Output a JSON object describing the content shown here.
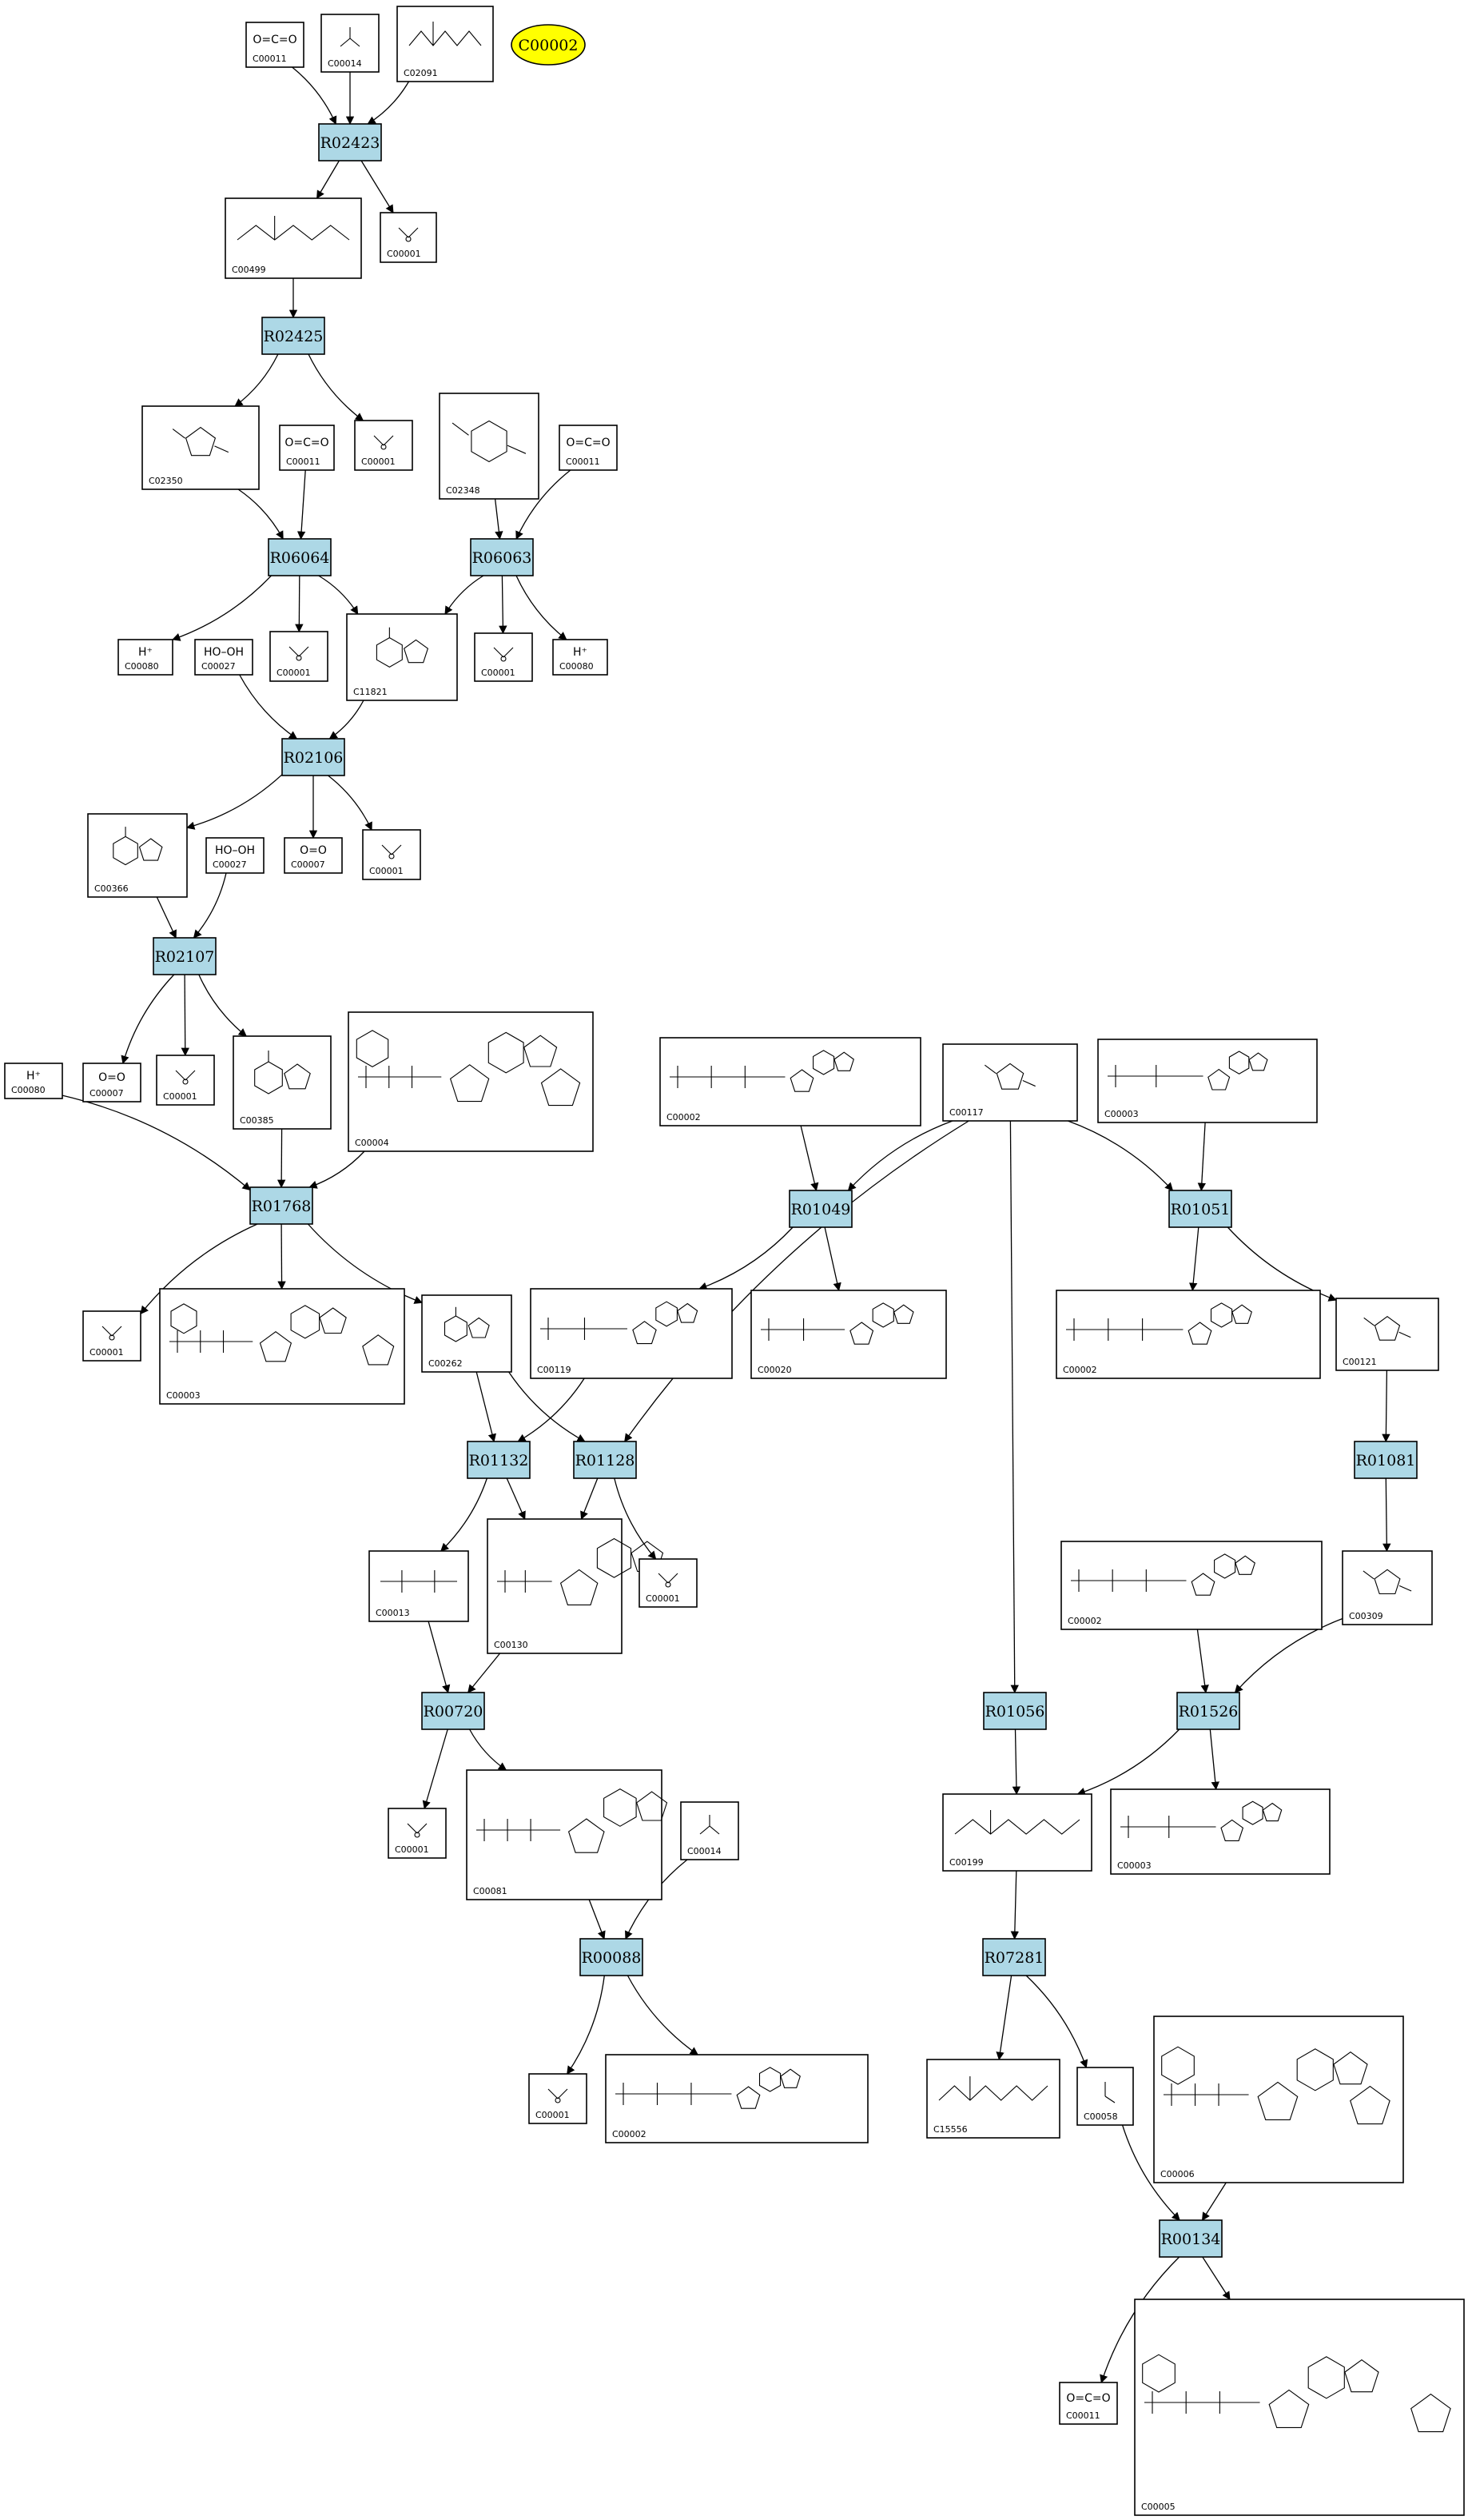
{
  "diagram": {
    "colors": {
      "reaction_fill": "#add8e6",
      "highlight_fill": "#ffff00",
      "compound_fill": "#ffffff",
      "line": "#000000"
    },
    "highlight": {
      "id": "hl",
      "label": "C00002"
    },
    "reactions": [
      {
        "id": "r02423",
        "label": "R02423"
      },
      {
        "id": "r02425",
        "label": "R02425"
      },
      {
        "id": "r06064",
        "label": "R06064"
      },
      {
        "id": "r06063",
        "label": "R06063"
      },
      {
        "id": "r02106",
        "label": "R02106"
      },
      {
        "id": "r02107",
        "label": "R02107"
      },
      {
        "id": "r01768",
        "label": "R01768"
      },
      {
        "id": "r01049",
        "label": "R01049"
      },
      {
        "id": "r01051",
        "label": "R01051"
      },
      {
        "id": "r01132",
        "label": "R01132"
      },
      {
        "id": "r01128",
        "label": "R01128"
      },
      {
        "id": "r01081",
        "label": "R01081"
      },
      {
        "id": "r00720",
        "label": "R00720"
      },
      {
        "id": "r01056",
        "label": "R01056"
      },
      {
        "id": "r01526",
        "label": "R01526"
      },
      {
        "id": "r00088",
        "label": "R00088"
      },
      {
        "id": "r07281",
        "label": "R07281"
      },
      {
        "id": "r00134",
        "label": "R00134"
      }
    ],
    "compounds": [
      {
        "id": "c11a",
        "label": "C00011",
        "formula": "O=C=O",
        "mol": "co2"
      },
      {
        "id": "c14a",
        "label": "C00014",
        "formula": "",
        "mol": "nh3"
      },
      {
        "id": "c02091",
        "label": "C02091",
        "formula": "",
        "mol": "urea"
      },
      {
        "id": "c00499",
        "label": "C00499",
        "formula": "",
        "mol": "urea"
      },
      {
        "id": "c01a",
        "label": "C00001",
        "formula": "",
        "mol": "water"
      },
      {
        "id": "c02350",
        "label": "C02350",
        "formula": "",
        "mol": "ring5"
      },
      {
        "id": "c11b",
        "label": "C00011",
        "formula": "O=C=O",
        "mol": "co2"
      },
      {
        "id": "c01b",
        "label": "C00001",
        "formula": "",
        "mol": "water"
      },
      {
        "id": "c02348",
        "label": "C02348",
        "formula": "",
        "mol": "ring6"
      },
      {
        "id": "c11c",
        "label": "C00011",
        "formula": "O=C=O",
        "mol": "co2"
      },
      {
        "id": "c80a",
        "label": "C00080",
        "formula": "H⁺",
        "mol": ""
      },
      {
        "id": "c27a",
        "label": "C00027",
        "formula": "HO–OH",
        "mol": ""
      },
      {
        "id": "c01c",
        "label": "C00001",
        "formula": "",
        "mol": "water"
      },
      {
        "id": "c11821",
        "label": "C11821",
        "formula": "",
        "mol": "purine"
      },
      {
        "id": "c01d",
        "label": "C00001",
        "formula": "",
        "mol": "water"
      },
      {
        "id": "c80b",
        "label": "C00080",
        "formula": "H⁺",
        "mol": ""
      },
      {
        "id": "c00366",
        "label": "C00366",
        "formula": "",
        "mol": "purine"
      },
      {
        "id": "c27b",
        "label": "C00027",
        "formula": "HO–OH",
        "mol": ""
      },
      {
        "id": "c07a",
        "label": "C00007",
        "formula": "O=O",
        "mol": ""
      },
      {
        "id": "c01e",
        "label": "C00001",
        "formula": "",
        "mol": "water"
      },
      {
        "id": "c80c",
        "label": "C00080",
        "formula": "H⁺",
        "mol": ""
      },
      {
        "id": "c07b",
        "label": "C00007",
        "formula": "O=O",
        "mol": ""
      },
      {
        "id": "c01f",
        "label": "C00001",
        "formula": "",
        "mol": "water"
      },
      {
        "id": "c00385",
        "label": "C00385",
        "formula": "",
        "mol": "purine"
      },
      {
        "id": "c00004",
        "label": "C00004",
        "formula": "",
        "mol": "nad"
      },
      {
        "id": "c00002a",
        "label": "C00002",
        "formula": "",
        "mol": "atp"
      },
      {
        "id": "c00117",
        "label": "C00117",
        "formula": "",
        "mol": "sugar"
      },
      {
        "id": "c00003a",
        "label": "C00003",
        "formula": "",
        "mol": "nucleo"
      },
      {
        "id": "c01g",
        "label": "C00001",
        "formula": "",
        "mol": "water"
      },
      {
        "id": "c00003b",
        "label": "C00003",
        "formula": "",
        "mol": "nad"
      },
      {
        "id": "c00262",
        "label": "C00262",
        "formula": "",
        "mol": "purine"
      },
      {
        "id": "c00119",
        "label": "C00119",
        "formula": "",
        "mol": "nucleo"
      },
      {
        "id": "c00020",
        "label": "C00020",
        "formula": "",
        "mol": "nucleo"
      },
      {
        "id": "c00002b",
        "label": "C00002",
        "formula": "",
        "mol": "atp"
      },
      {
        "id": "c00121",
        "label": "C00121",
        "formula": "",
        "mol": "sugar"
      },
      {
        "id": "c00013",
        "label": "C00013",
        "formula": "",
        "mol": "pp"
      },
      {
        "id": "c00130",
        "label": "C00130",
        "formula": "",
        "mol": "nucleo"
      },
      {
        "id": "c01h",
        "label": "C00001",
        "formula": "",
        "mol": "water"
      },
      {
        "id": "c00002c",
        "label": "C00002",
        "formula": "",
        "mol": "atp"
      },
      {
        "id": "c00309",
        "label": "C00309",
        "formula": "",
        "mol": "sugar"
      },
      {
        "id": "c01i",
        "label": "C00001",
        "formula": "",
        "mol": "water"
      },
      {
        "id": "c00081",
        "label": "C00081",
        "formula": "",
        "mol": "atp"
      },
      {
        "id": "c14b",
        "label": "C00014",
        "formula": "",
        "mol": "nh3"
      },
      {
        "id": "c00199",
        "label": "C00199",
        "formula": "",
        "mol": "chain"
      },
      {
        "id": "c00003c",
        "label": "C00003",
        "formula": "",
        "mol": "nucleo"
      },
      {
        "id": "c01j",
        "label": "C00001",
        "formula": "",
        "mol": "water"
      },
      {
        "id": "c00002d",
        "label": "C00002",
        "formula": "",
        "mol": "atp"
      },
      {
        "id": "c15556",
        "label": "C15556",
        "formula": "",
        "mol": "chain"
      },
      {
        "id": "c00058",
        "label": "C00058",
        "formula": "",
        "mol": "formate"
      },
      {
        "id": "c00006",
        "label": "C00006",
        "formula": "",
        "mol": "nad"
      },
      {
        "id": "c11d",
        "label": "C00011",
        "formula": "O=C=O",
        "mol": "co2"
      },
      {
        "id": "c00005",
        "label": "C00005",
        "formula": "",
        "mol": "nad"
      }
    ]
  }
}
